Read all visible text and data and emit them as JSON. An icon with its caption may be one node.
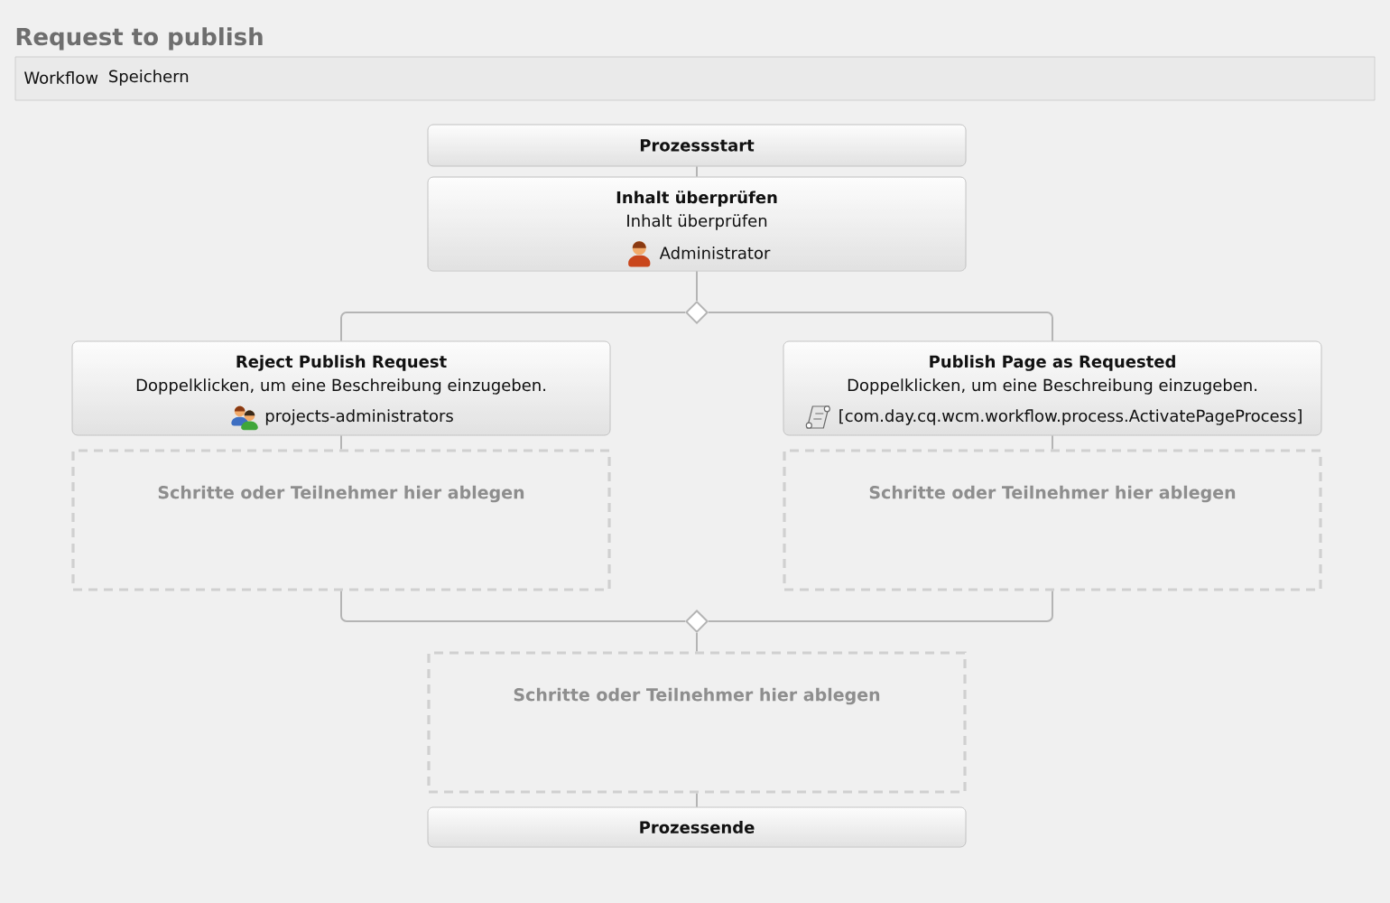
{
  "diagram": {
    "title": "Request to publish",
    "nodes": [
      {
        "text": [
          "Prozessstart"
        ]
      },
      {
        "text": [
          "Inhalt überprüfen",
          "Inhalt überprüfen",
          "Administrator"
        ]
      },
      {
        "text": [],
        "shape": "diamond"
      },
      {
        "text": [
          "Reject Publish Request",
          "Doppelklicken, um eine Beschreibung einzugeben.",
          "projects-administrators"
        ]
      },
      {
        "text": [
          "Publish Page as Requested",
          "Doppelklicken, um eine Beschreibung einzugeben.",
          "[com.day.cq.wcm.workflow.process.ActivatePageProcess]"
        ]
      },
      {
        "text": [
          "Schritte oder Teilnehmer hier ablegen"
        ]
      },
      {
        "text": [
          "Schritte oder Teilnehmer hier ablegen"
        ]
      },
      {
        "text": [],
        "shape": "diamond"
      },
      {
        "text": [
          "Schritte oder Teilnehmer hier ablegen"
        ]
      },
      {
        "text": [
          "Prozessende"
        ]
      }
    ],
    "edges": [
      {
        "from": 0,
        "to": 1,
        "arrow": "none"
      },
      {
        "from": 1,
        "to": 2,
        "arrow": "none"
      },
      {
        "from": 2,
        "to": 3,
        "arrow": "none"
      },
      {
        "from": 2,
        "to": 4,
        "arrow": "none"
      },
      {
        "from": 3,
        "to": 5,
        "arrow": "none"
      },
      {
        "from": 4,
        "to": 6,
        "arrow": "none"
      },
      {
        "from": 5,
        "to": 7,
        "arrow": "none"
      },
      {
        "from": 6,
        "to": 7,
        "arrow": "none"
      },
      {
        "from": 7,
        "to": 8,
        "arrow": "none"
      },
      {
        "from": 8,
        "to": 9,
        "arrow": "none"
      }
    ],
    "labels": [
      "Workflow",
      "Speichern"
    ]
  }
}
